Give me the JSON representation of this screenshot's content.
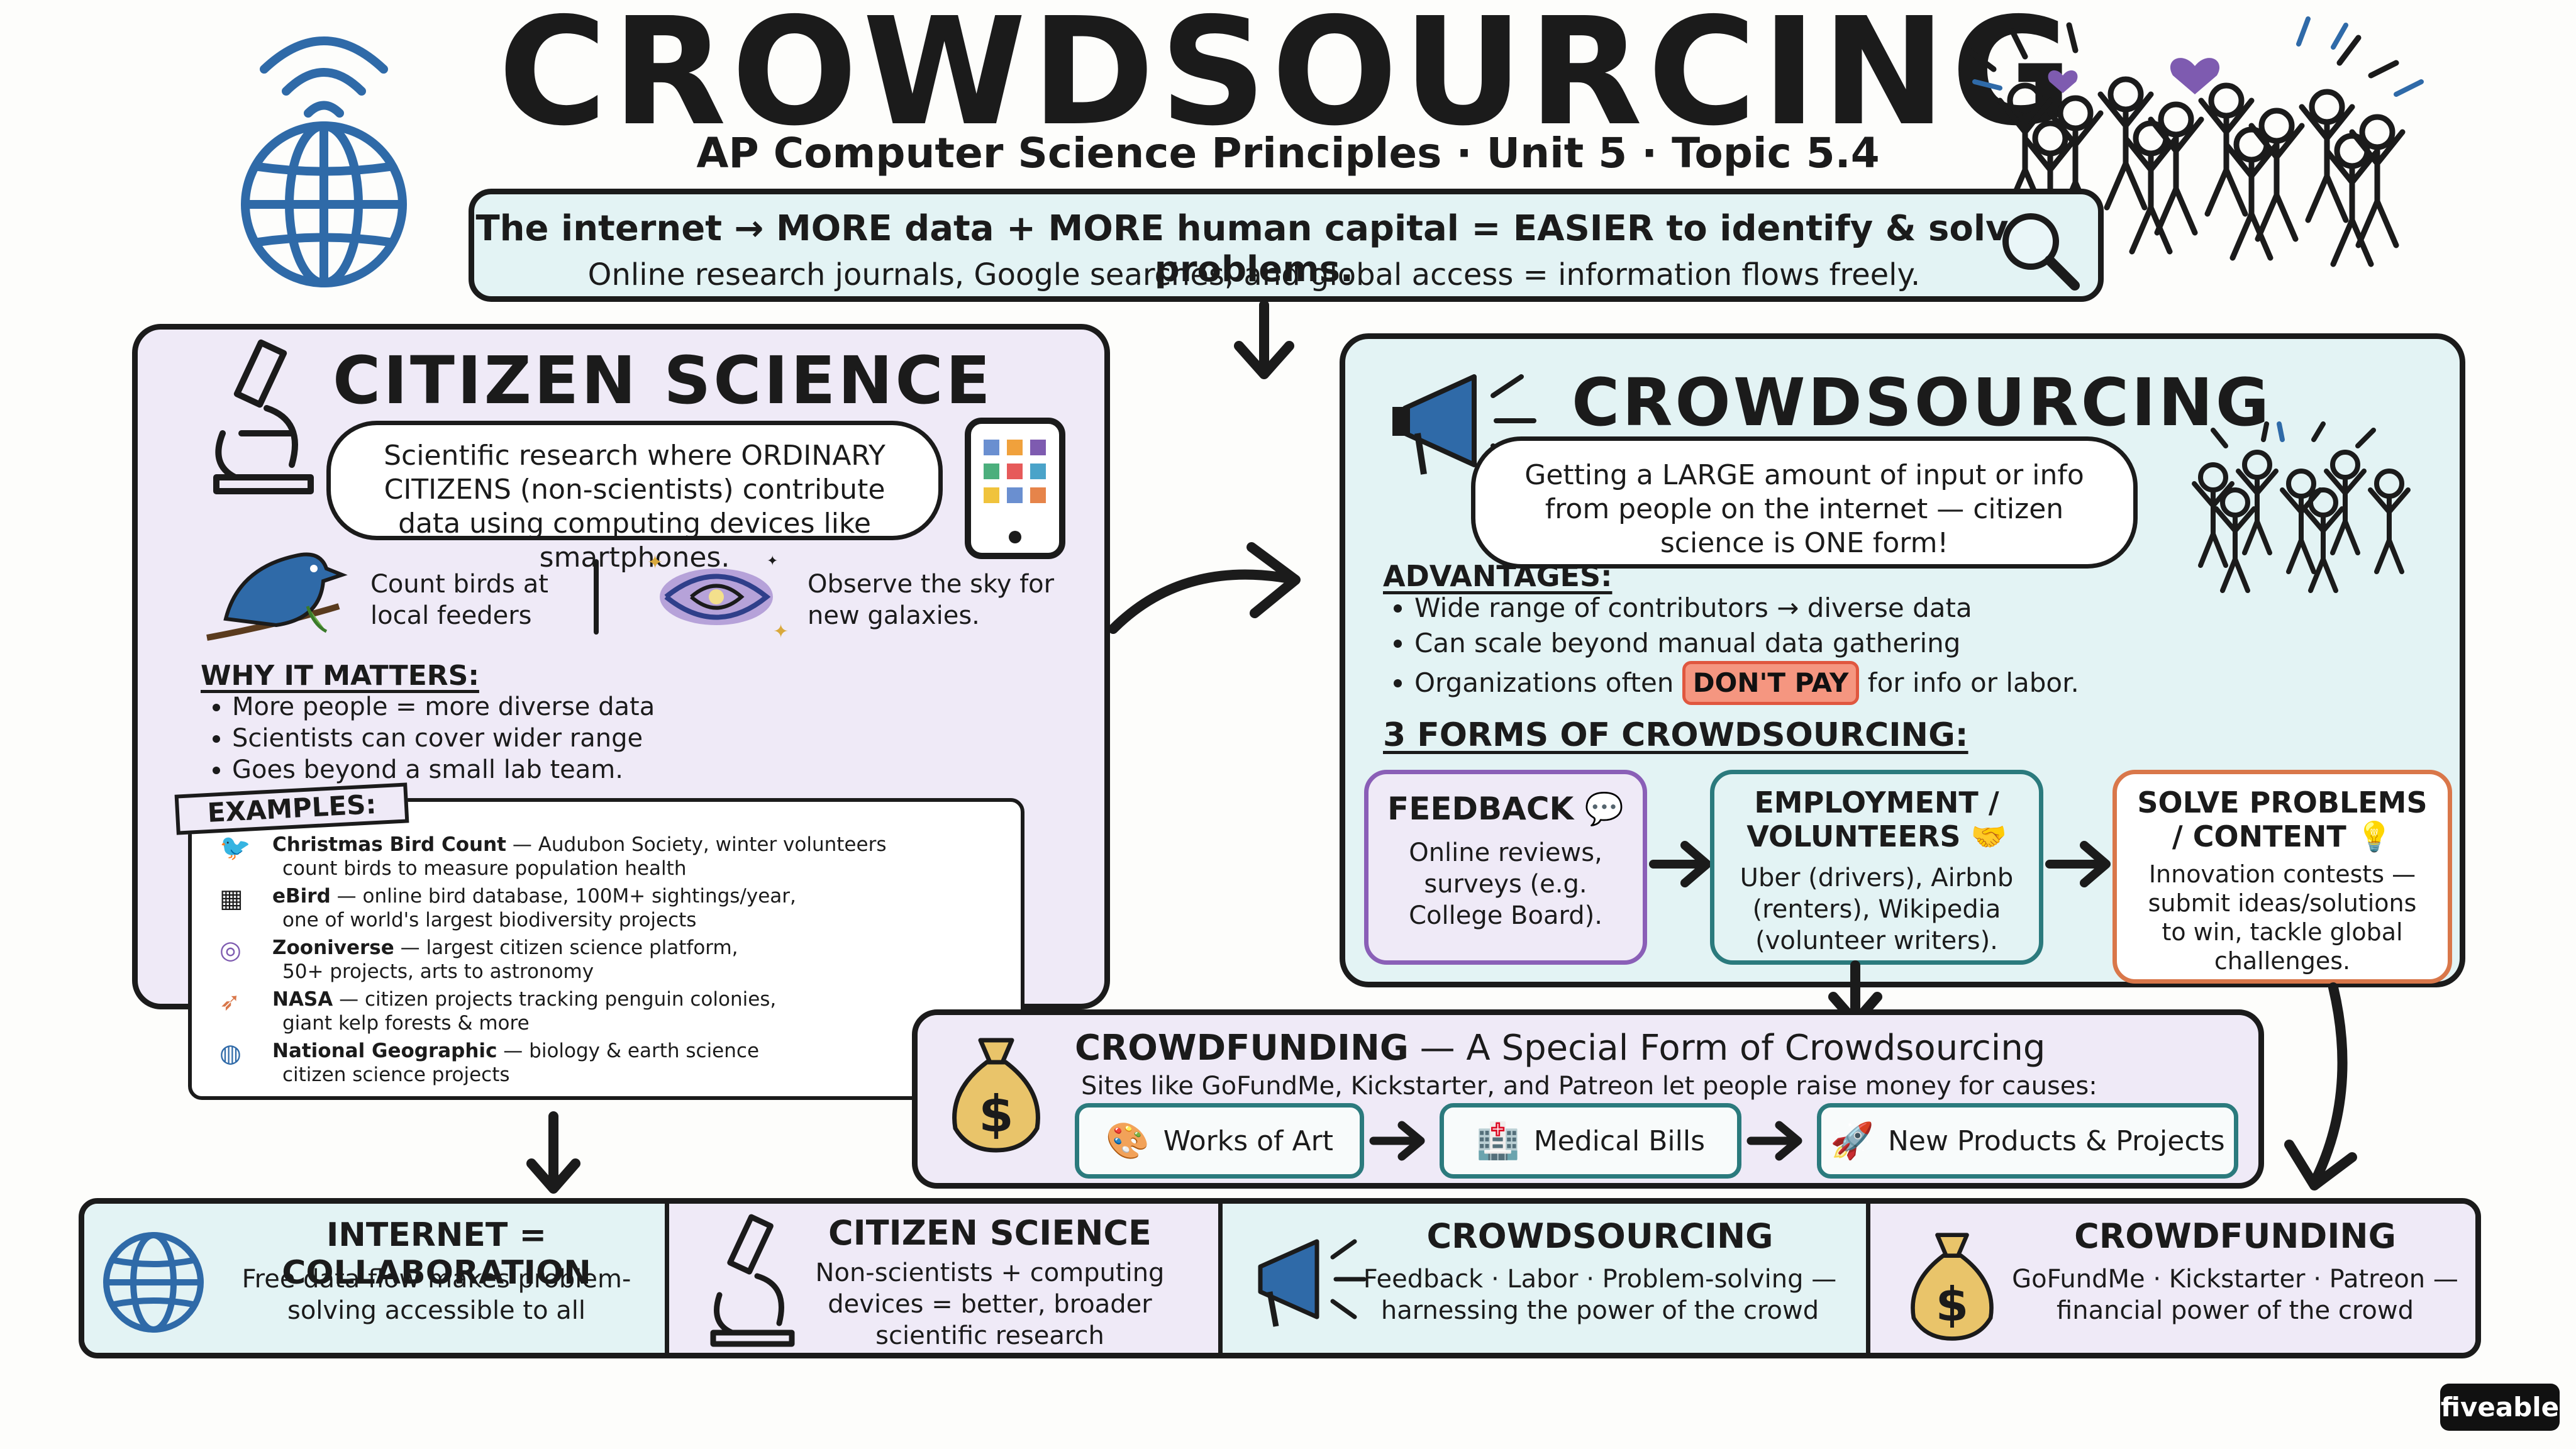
{
  "header": {
    "title": "CROWDSOURCING",
    "subtitle": "AP Computer Science Principles · Unit 5 · Topic 5.4"
  },
  "intro": {
    "line1": "The internet → MORE data + MORE human capital = EASIER to identify & solve problems.",
    "line2": "Online research journals, Google searches, and global access = information flows freely."
  },
  "citizen_science": {
    "title": "CITIZEN SCIENCE",
    "definition": "Scientific research where ORDINARY CITIZENS (non-scientists) contribute data using computing devices like smartphones.",
    "example_birds": "Count birds at local feeders",
    "example_sky": "Observe the sky for new galaxies.",
    "why_heading": "WHY IT MATTERS:",
    "why_items": [
      "More people = more diverse data",
      "Scientists can cover wider range",
      "Goes beyond a small lab team."
    ],
    "examples_heading": "EXAMPLES:",
    "examples": [
      {
        "name": "Christmas Bird Count",
        "desc": " — Audubon Society, winter volunteers",
        "desc2": "count birds to measure population health",
        "icon": "bird-icon"
      },
      {
        "name": "eBird",
        "desc": " — online bird database, 100M+ sightings/year,",
        "desc2": "one of world's largest biodiversity projects",
        "icon": "phone-icon"
      },
      {
        "name": "Zooniverse",
        "desc": " — largest citizen science platform,",
        "desc2": "50+ projects, arts to astronomy",
        "icon": "galaxy-icon"
      },
      {
        "name": "NASA",
        "desc": " — citizen projects tracking penguin colonies,",
        "desc2": "giant kelp forests & more",
        "icon": "rocket-icon"
      },
      {
        "name": "National Geographic",
        "desc": " — biology & earth science",
        "desc2": "citizen science projects",
        "icon": "globe-icon"
      }
    ]
  },
  "crowdsourcing": {
    "title": "CROWDSOURCING",
    "definition": "Getting a LARGE amount of input or info from people on the internet — citizen science is ONE form!",
    "advantages_heading": "ADVANTAGES:",
    "advantages": [
      "Wide range of contributors → diverse data",
      "Can scale beyond manual data gathering"
    ],
    "adv3_before": "Organizations often ",
    "adv3_badge": "DON'T PAY",
    "adv3_after": " for info or labor.",
    "forms_heading": "3 FORMS OF CROWDSOURCING:",
    "forms": [
      {
        "title": "FEEDBACK",
        "body": "Online reviews, surveys (e.g. College Board).",
        "color": "#8a5fb7"
      },
      {
        "title": "EMPLOYMENT / VOLUNTEERS",
        "body": "Uber (drivers), Airbnb (renters), Wikipedia (volunteer writers).",
        "color": "#2b7a7d"
      },
      {
        "title": "SOLVE PROBLEMS / CONTENT",
        "body": "Innovation contests — submit ideas/solutions to win, tackle global challenges.",
        "color": "#d9774a"
      }
    ]
  },
  "crowdfunding": {
    "title": "CROWDFUNDING",
    "title_suffix": " — A Special Form of Crowdsourcing",
    "desc": "Sites like GoFundMe, Kickstarter, and Patreon let people raise money for causes:",
    "items": [
      "Works of Art",
      "Medical Bills",
      "New Products & Projects"
    ]
  },
  "summary": [
    {
      "title": "INTERNET = COLLABORATION",
      "body": "Free data flow makes problem-solving accessible to all",
      "bg": "#e3f3f4"
    },
    {
      "title": "CITIZEN SCIENCE",
      "body": "Non-scientists + computing devices = better, broader scientific research",
      "bg": "#efeaf7"
    },
    {
      "title": "CROWDSOURCING",
      "body": "Feedback · Labor · Problem-solving — harnessing the power of the crowd",
      "bg": "#e3f3f4"
    },
    {
      "title": "CROWDFUNDING",
      "body": "GoFundMe · Kickstarter · Patreon — financial power of the crowd",
      "bg": "#efeaf7"
    }
  ],
  "brand": "fiveable",
  "colors": {
    "lavender": "#efeaf7",
    "teal_light": "#e3f3f4",
    "teal": "#2b7a7d",
    "blue_icon": "#2f6aa8",
    "purple": "#8a5fb7",
    "orange": "#d9774a"
  }
}
